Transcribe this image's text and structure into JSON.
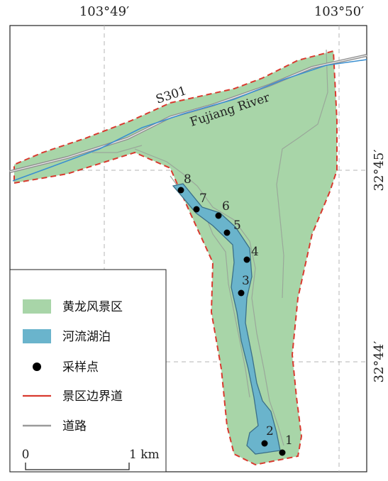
{
  "coords": {
    "top": [
      "103°49′",
      "103°50′"
    ],
    "right": [
      "32°45′",
      "32°44′"
    ]
  },
  "labels": {
    "road": "S301",
    "river": "Fujiang River"
  },
  "samples": [
    "1",
    "2",
    "3",
    "4",
    "5",
    "6",
    "7",
    "8"
  ],
  "legend": {
    "items": [
      {
        "label": "黄龙风景区",
        "color": "#a8d5a8"
      },
      {
        "label": "河流湖泊",
        "color": "#6ab4cc"
      },
      {
        "label": "采样点",
        "color": "#000000"
      },
      {
        "label": "景区边界道",
        "color": "#d93a2f"
      },
      {
        "label": "道路",
        "color": "#9a9a9a"
      }
    ]
  },
  "scale": {
    "left": "0",
    "right": "1 km"
  }
}
